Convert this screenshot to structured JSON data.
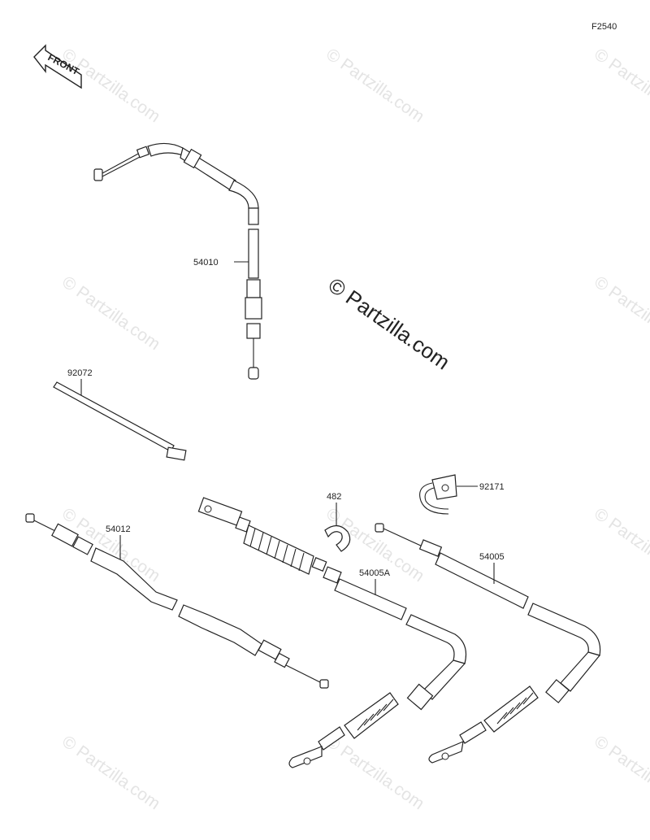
{
  "figure_code": "F2540",
  "front_label": "FRONT",
  "watermark_main": "© Partzilla.com",
  "watermark_tile": "© Partzilla.com",
  "parts": [
    {
      "number": "54010"
    },
    {
      "number": "92072"
    },
    {
      "number": "54012"
    },
    {
      "number": "482"
    },
    {
      "number": "92171"
    },
    {
      "number": "54005A"
    },
    {
      "number": "54005"
    }
  ]
}
